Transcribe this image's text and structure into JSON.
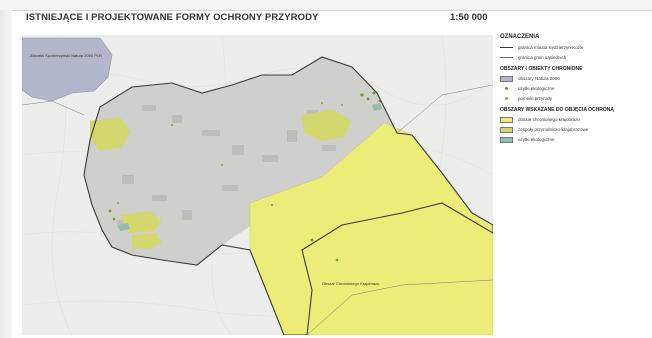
{
  "title": "ISTNIEJĄCE I PROJEKTOWANE FORMY OCHRONY PRZYRODY",
  "scale": "1:50 000",
  "legend": {
    "heading": "OZNACZENIA",
    "items_top": [
      {
        "label": "granica miasta Kędzierzyn-Koźle",
        "symbol": "line-dark"
      },
      {
        "label": "granica gmin sąsiednich",
        "symbol": "line-thin"
      }
    ],
    "section1": "OBSZARY I OBIEKTY CHRONIONE",
    "items1": [
      {
        "label": "obszary Natura 2000",
        "symbol": "box",
        "color": "#b3b7cc"
      },
      {
        "label": "użytki ekologiczne",
        "symbol": "dot",
        "color": "#6a9a2a"
      },
      {
        "label": "pomniki przyrody",
        "symbol": "dot",
        "color": "#8fae3a"
      }
    ],
    "section2": "OBSZARY WSKAZANE DO OBJĘCIA OCHRONĄ",
    "items2": [
      {
        "label": "obszar chronionego krajobrazu",
        "symbol": "box",
        "color": "#ecec78"
      },
      {
        "label": "zespoły przyrodniczo-krajobrazowe",
        "symbol": "box",
        "color": "#d2d76e"
      },
      {
        "label": "użytki ekologiczne",
        "symbol": "box",
        "color": "#8fbfae"
      }
    ]
  },
  "map": {
    "colors": {
      "natura2000": "#b3b7cc",
      "landscape_area": "#ecec78",
      "nature_complex": "#d2d76e",
      "ecological_use": "#8fbfae",
      "city": "#cfcfcd",
      "boundary": "#3a3a3a"
    },
    "labels": {
      "natura": "Zbiornik Kędzierzyński Natura 2000 PLB",
      "forest": "Obszar Chronionego Krajobrazu"
    }
  }
}
